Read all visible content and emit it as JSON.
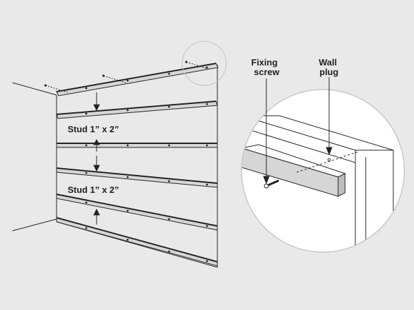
{
  "labels": {
    "stud_upper": "Stud 1” x 2”",
    "stud_lower": "Stud 1” x 2”",
    "fixing_line1": "Fixing",
    "fixing_line2": "screw",
    "plug_line1": "Wall",
    "plug_line2": "plug"
  },
  "colors": {
    "background": "#e9e9e9",
    "line": "#222222",
    "batten_fill": "#d6d6d6",
    "panel_fill": "#ffffff",
    "callout_circle": "#c8c8c8"
  }
}
